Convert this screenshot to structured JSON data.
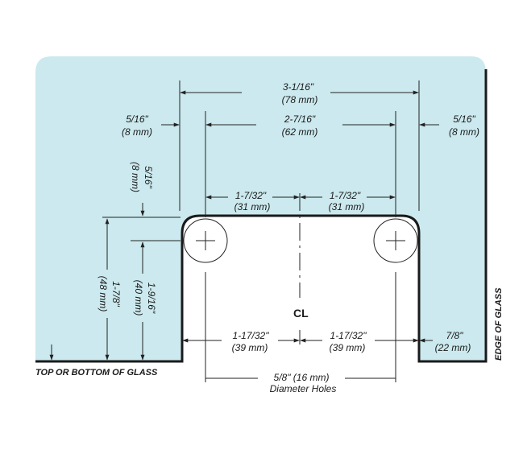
{
  "colors": {
    "glass": "#cbe9ee",
    "edge": "#1a1a1a",
    "line": "#222222"
  },
  "dimensions": {
    "overall_width": {
      "imperial": "3-1/16\"",
      "metric": "(78 mm)"
    },
    "hole_spacing": {
      "imperial": "2-7/16\"",
      "metric": "(62 mm)"
    },
    "left_edge_offset": {
      "imperial": "5/16\"",
      "metric": "(8 mm)"
    },
    "right_edge_offset": {
      "imperial": "5/16\"",
      "metric": "(8 mm)"
    },
    "top_hole_offset": {
      "imperial": "5/16\"",
      "metric": "(8 mm)"
    },
    "left_hole_to_center": {
      "imperial": "1-7/32\"",
      "metric": "(31 mm)"
    },
    "right_hole_to_center": {
      "imperial": "1-7/32\"",
      "metric": "(31 mm)"
    },
    "notch_depth": {
      "imperial": "1-7/8\"",
      "metric": "(48 mm)"
    },
    "hole_height": {
      "imperial": "1-9/16\"",
      "metric": "(40 mm)"
    },
    "bottom_left_half": {
      "imperial": "1-17/32\"",
      "metric": "(39 mm)"
    },
    "bottom_right_half": {
      "imperial": "1-17/32\"",
      "metric": "(39 mm)"
    },
    "right_leg_width": {
      "imperial": "7/8\"",
      "metric": "(22 mm)"
    }
  },
  "labels": {
    "top_or_bottom_of_glass": "TOP OR BOTTOM OF GLASS",
    "edge_of_glass": "EDGE OF GLASS",
    "centerline": "CL",
    "hole_size": "5/8\" (16 mm)",
    "hole_size_caption": "Diameter Holes"
  }
}
